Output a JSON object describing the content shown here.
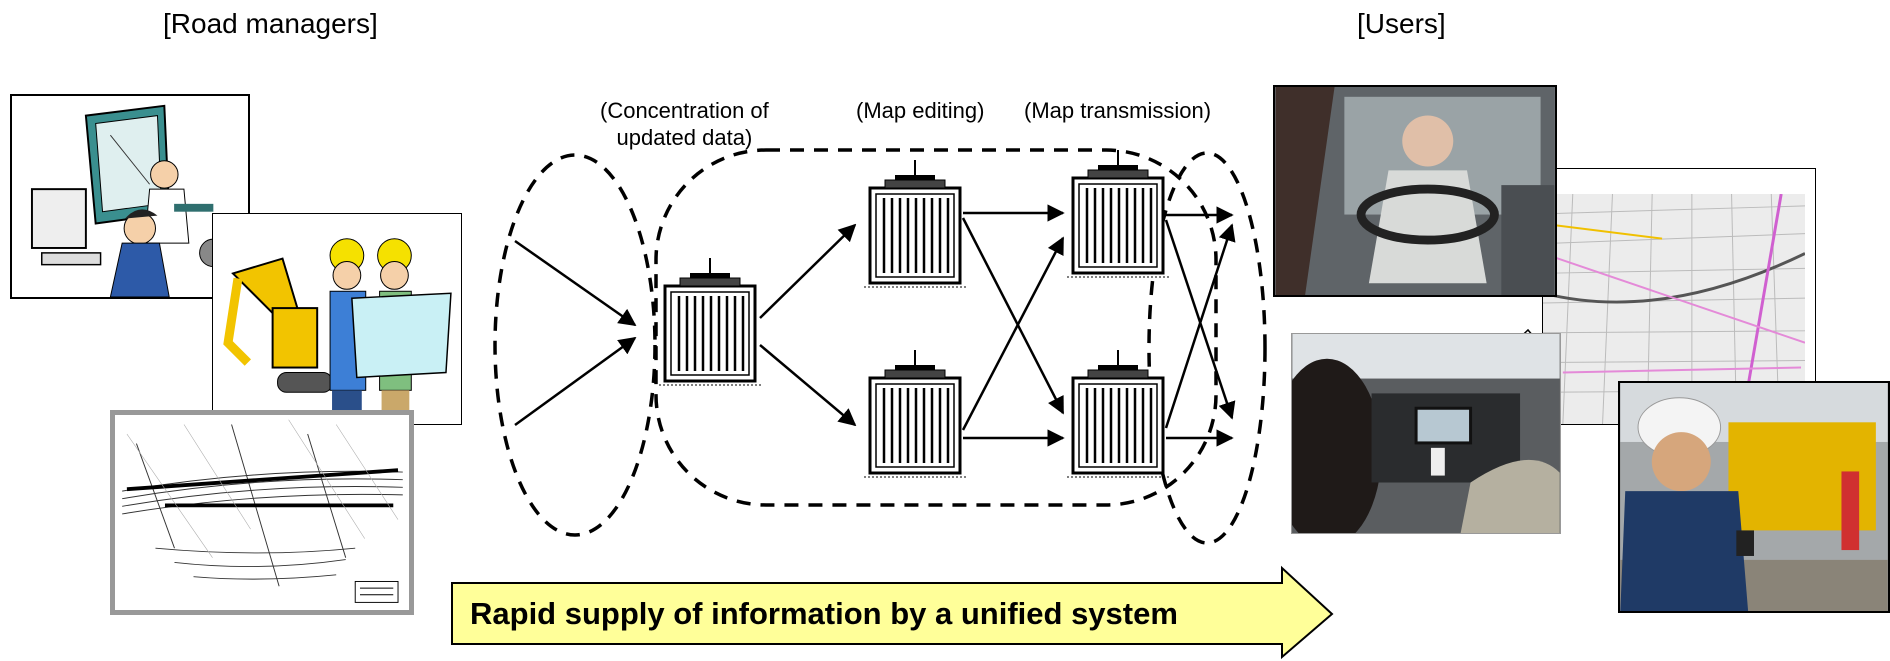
{
  "headers": {
    "left": "[Road managers]",
    "right": "[Users]"
  },
  "steps": {
    "concentration": [
      "(Concentration of",
      "updated data)"
    ],
    "editing": "(Map editing)",
    "transmission": "(Map transmission)"
  },
  "banner": {
    "text": "Rapid supply of information by a unified system",
    "fill": "#ffff99"
  },
  "images": {
    "left": [
      "drafting-engineer-illustration",
      "construction-workers-illustration",
      "road-plan-drawing"
    ],
    "right": [
      "driver-in-car-photo",
      "road-map-photo",
      "car-navigation-photo",
      "field-worker-with-phone-photo"
    ]
  }
}
